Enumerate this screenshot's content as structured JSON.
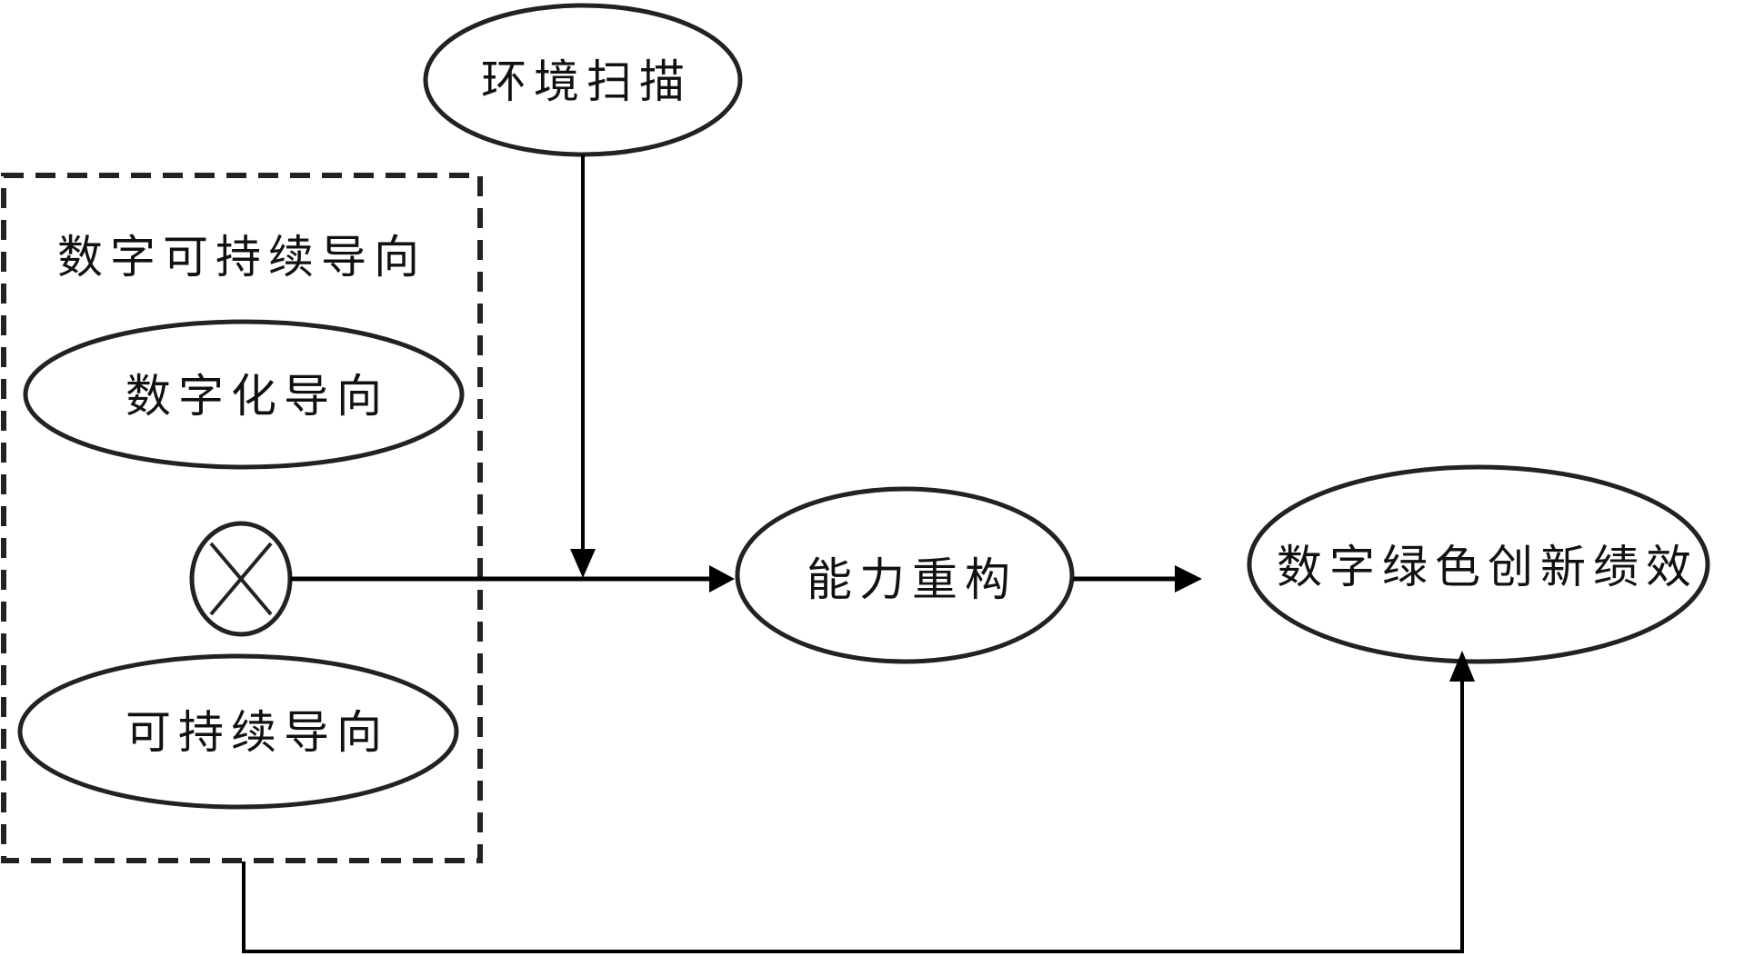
{
  "diagram": {
    "group": {
      "title": "数字可持续导向"
    },
    "nodes": {
      "env_scan": "环境扫描",
      "digital_orientation": "数字化导向",
      "sustainable_orientation": "可持续导向",
      "capability_reconfig": "能力重构",
      "dgi_performance": "数字绿色创新绩效"
    },
    "interaction_symbol": "⊗",
    "edges": [
      {
        "from": "digital_orientation×sustainable_orientation",
        "to": "capability_reconfig",
        "type": "arrow"
      },
      {
        "from": "env_scan",
        "to": "interaction_path",
        "type": "moderation-arrow"
      },
      {
        "from": "capability_reconfig",
        "to": "dgi_performance",
        "type": "arrow"
      },
      {
        "from": "group",
        "to": "dgi_performance",
        "type": "arrow"
      }
    ]
  }
}
